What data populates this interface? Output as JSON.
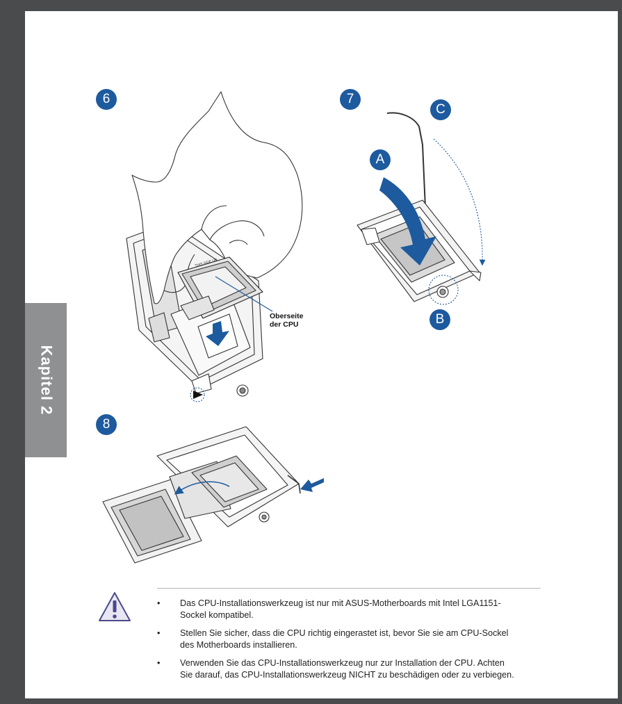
{
  "chapter_tab": {
    "label": "Kapitel 2"
  },
  "steps": [
    {
      "number": "6"
    },
    {
      "number": "7"
    },
    {
      "number": "8"
    }
  ],
  "step7_labels": {
    "a": "A",
    "b": "B",
    "c": "C"
  },
  "step6_callout": {
    "line1": "Oberseite",
    "line2": "der CPU",
    "chip_text": "THIS SIDE UP"
  },
  "warning": {
    "icon": "warning-triangle-icon",
    "bullet": "•",
    "notes": [
      {
        "line1": "Das CPU-Installationswerkzeug ist nur mit ASUS-Motherboards mit Intel LGA1151-",
        "line2": "Sockel kompatibel."
      },
      {
        "line1": "Stellen Sie sicher, dass die CPU richtig eingerastet ist, bevor Sie sie am CPU-Sockel",
        "line2": "des Motherboards installieren."
      },
      {
        "line1": "Verwenden Sie das CPU-Installationswerkzeug nur zur Installation der CPU. Achten",
        "line2": "Sie darauf, das CPU-Installationswerkzeug NICHT zu beschädigen oder zu verbiegen."
      }
    ]
  },
  "colors": {
    "accent_blue": "#1d5a9e",
    "background_gray": "#4a4b4d",
    "tab_gray": "#8f9092"
  }
}
